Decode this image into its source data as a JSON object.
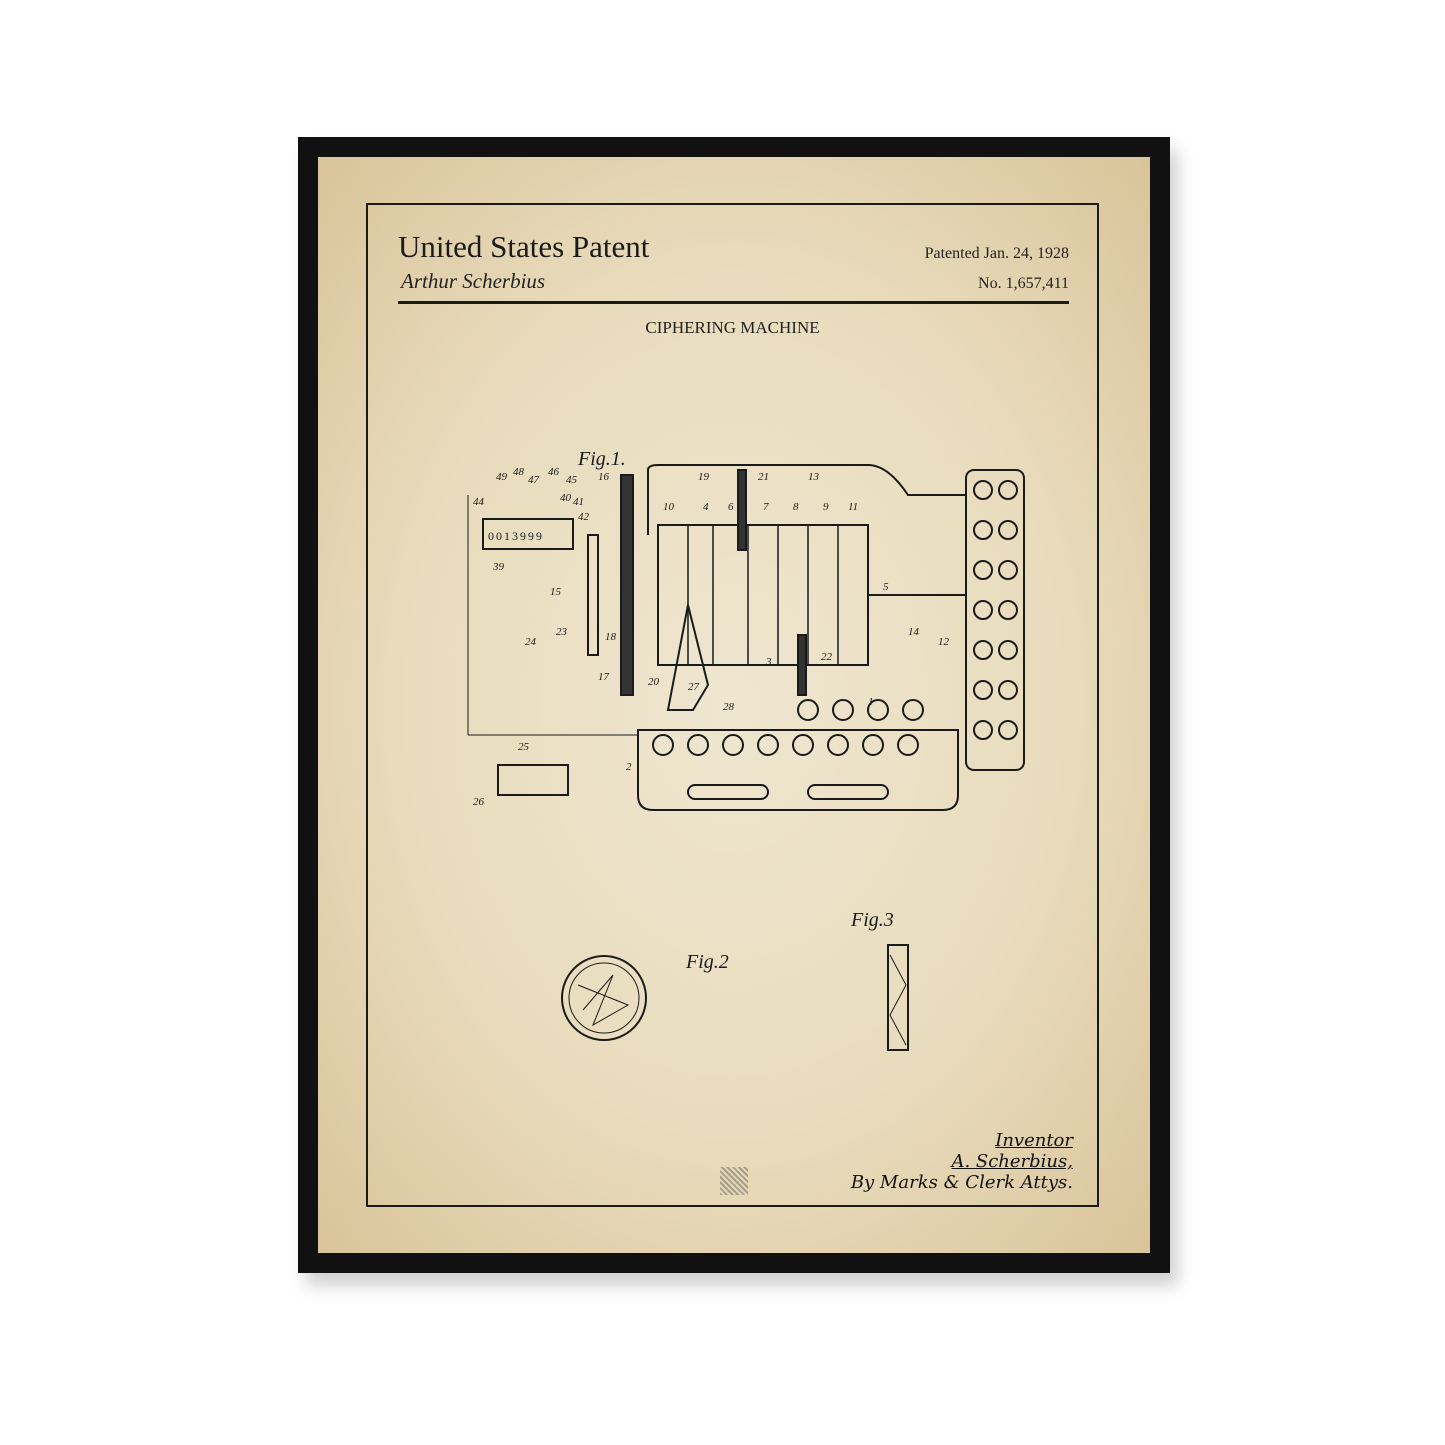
{
  "poster": {
    "header_title": "United States Patent",
    "inventor_name": "Arthur Scherbius",
    "patent_date": "Patented Jan. 24, 1928",
    "patent_number": "No. 1,657,411",
    "subject": "CIPHERING MACHINE"
  },
  "drawing": {
    "figures": [
      "Fig.1.",
      "Fig.2",
      "Fig.3"
    ],
    "counter_display": "0013999",
    "reference_numbers": [
      "1",
      "2",
      "3",
      "4",
      "5",
      "6",
      "7",
      "8",
      "9",
      "10",
      "11",
      "12",
      "13",
      "14",
      "15",
      "16",
      "17",
      "18",
      "19",
      "20",
      "21",
      "22",
      "23",
      "24",
      "25",
      "26",
      "27",
      "28",
      "39",
      "44",
      "49",
      "48",
      "47",
      "46",
      "45",
      "40",
      "41",
      "42"
    ]
  },
  "signature": {
    "label": "Inventor",
    "name": "A. Scherbius,",
    "attorneys": "By Marks & Clerk Attys."
  },
  "colors": {
    "frame": "#111111",
    "paper": "#e9dcbd",
    "ink": "#1a1a1a"
  }
}
